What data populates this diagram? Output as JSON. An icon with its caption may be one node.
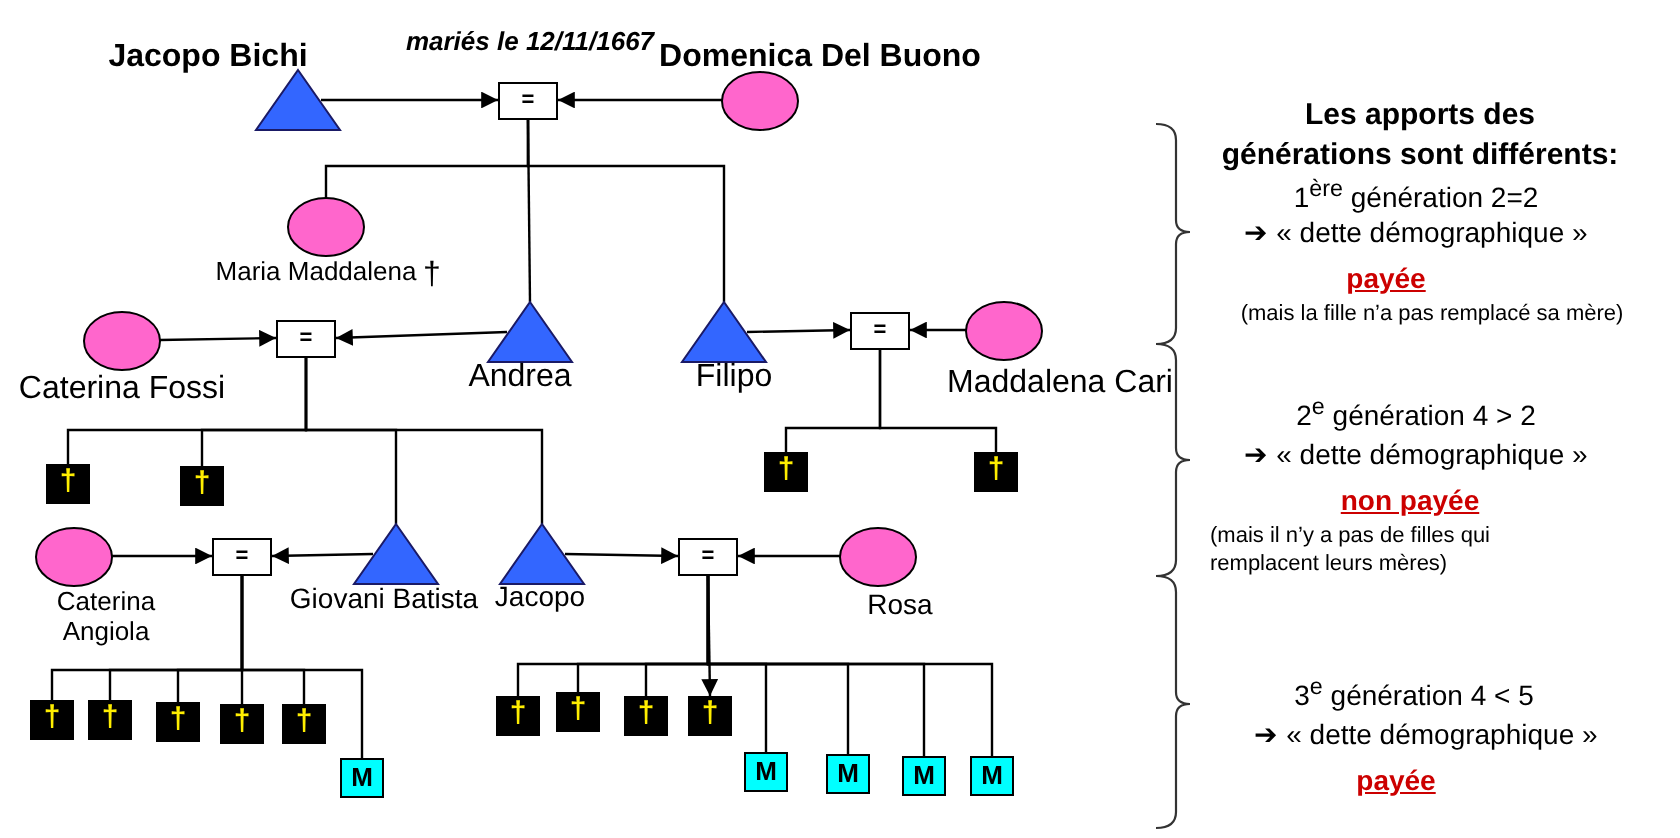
{
  "diagram": {
    "nodes": [
      {
        "text": [
          "Jacopo Bichi"
        ]
      },
      {
        "text": [
          "="
        ],
        "beside": [
          "mariés le 12/11/1667"
        ]
      },
      {
        "text": [
          "Domenica Del Buono"
        ]
      },
      {
        "text": [
          "Maria Maddalena"
        ],
        "beside": [
          "†"
        ]
      },
      {
        "text": [
          "Caterina Fossi"
        ]
      },
      {
        "text": [
          "="
        ]
      },
      {
        "text": [
          "Andrea"
        ]
      },
      {
        "text": [
          "Filipo"
        ]
      },
      {
        "text": [
          "="
        ]
      },
      {
        "text": [
          "Maddalena Cari"
        ]
      },
      {
        "text": [
          "†"
        ]
      },
      {
        "text": [
          "†"
        ]
      },
      {
        "text": [
          "Giovani Batista"
        ]
      },
      {
        "text": [
          "Jacopo"
        ]
      },
      {
        "text": [
          "†"
        ]
      },
      {
        "text": [
          "†"
        ]
      },
      {
        "text": [
          "Caterina Angiola"
        ]
      },
      {
        "text": [
          "="
        ]
      },
      {
        "text": [
          "="
        ]
      },
      {
        "text": [
          "Rosa"
        ]
      },
      {
        "text": [
          "†"
        ]
      },
      {
        "text": [
          "†"
        ]
      },
      {
        "text": [
          "†"
        ]
      },
      {
        "text": [
          "†"
        ]
      },
      {
        "text": [
          "†"
        ]
      },
      {
        "text": [
          "M"
        ]
      },
      {
        "text": [
          "†"
        ]
      },
      {
        "text": [
          "†"
        ]
      },
      {
        "text": [
          "†"
        ]
      },
      {
        "text": [
          "†"
        ]
      },
      {
        "text": [
          "M"
        ]
      },
      {
        "text": [
          "M"
        ]
      },
      {
        "text": [
          "M"
        ]
      },
      {
        "text": [
          "M"
        ]
      }
    ],
    "edges": [
      {
        "from": 0,
        "to": 1,
        "arrow": "to"
      },
      {
        "from": 2,
        "to": 1,
        "arrow": "to"
      },
      {
        "from": 1,
        "to": 3,
        "arrow": "none"
      },
      {
        "from": 1,
        "to": 6,
        "arrow": "none"
      },
      {
        "from": 1,
        "to": 7,
        "arrow": "none"
      },
      {
        "from": 4,
        "to": 5,
        "arrow": "to"
      },
      {
        "from": 6,
        "to": 5,
        "arrow": "to"
      },
      {
        "from": 7,
        "to": 8,
        "arrow": "to"
      },
      {
        "from": 9,
        "to": 8,
        "arrow": "to"
      },
      {
        "from": 5,
        "to": 10,
        "arrow": "none"
      },
      {
        "from": 5,
        "to": 11,
        "arrow": "none"
      },
      {
        "from": 5,
        "to": 12,
        "arrow": "none"
      },
      {
        "from": 5,
        "to": 13,
        "arrow": "none"
      },
      {
        "from": 8,
        "to": 14,
        "arrow": "none"
      },
      {
        "from": 8,
        "to": 15,
        "arrow": "none"
      },
      {
        "from": 16,
        "to": 17,
        "arrow": "to"
      },
      {
        "from": 12,
        "to": 17,
        "arrow": "to"
      },
      {
        "from": 13,
        "to": 18,
        "arrow": "to"
      },
      {
        "from": 19,
        "to": 18,
        "arrow": "to"
      },
      {
        "from": 17,
        "to": 20,
        "arrow": "none"
      },
      {
        "from": 17,
        "to": 21,
        "arrow": "none"
      },
      {
        "from": 17,
        "to": 22,
        "arrow": "none"
      },
      {
        "from": 17,
        "to": 23,
        "arrow": "none"
      },
      {
        "from": 17,
        "to": 24,
        "arrow": "none"
      },
      {
        "from": 17,
        "to": 25,
        "arrow": "none"
      },
      {
        "from": 18,
        "to": 26,
        "arrow": "none"
      },
      {
        "from": 18,
        "to": 27,
        "arrow": "none"
      },
      {
        "from": 18,
        "to": 28,
        "arrow": "none"
      },
      {
        "from": 18,
        "to": 29,
        "arrow": "to"
      },
      {
        "from": 18,
        "to": 30,
        "arrow": "none"
      },
      {
        "from": 18,
        "to": 31,
        "arrow": "none"
      },
      {
        "from": 18,
        "to": 32,
        "arrow": "none"
      },
      {
        "from": 18,
        "to": 33,
        "arrow": "none"
      }
    ],
    "labels": [
      "Les apports des générations sont différents:",
      "1$^{ère}$ génération 2=2",
      "➔ « dette démographique »",
      "payée",
      "(mais la fille n’a pas  remplacé sa mère)",
      "2$^{e}$ génération 4  > 2",
      "➔ « dette démographique »",
      "non payée",
      "(mais il n’y a pas de filles qui remplacent leurs mères)",
      "3$^{e}$ génération 4 < 5",
      "➔ « dette démographique »",
      "payée"
    ]
  }
}
